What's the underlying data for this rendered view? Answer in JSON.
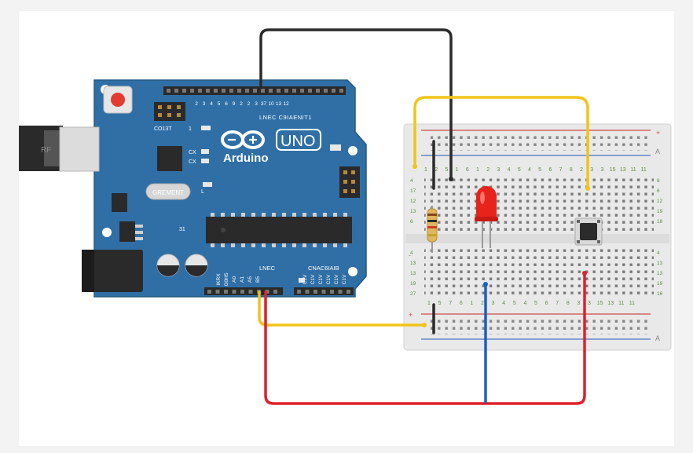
{
  "board": {
    "name": "UNO",
    "brand": "Arduino",
    "pcb_color": "#2f6fa6",
    "chip_label": "GREMENT",
    "top_header_numbers": [
      "2",
      "3",
      "4",
      "5",
      "6",
      "9",
      "2",
      "2",
      "3",
      "37",
      "10",
      "13",
      "12"
    ],
    "top_header_text": "LNEC C9IAENIT1",
    "bottom_left_text": "LNEC",
    "bottom_right_text": "CNAC6IAIB",
    "bottom_left_pins": [
      "IKRX",
      "G0H5",
      "A0",
      "A1",
      "A5",
      "B5"
    ],
    "bottom_right_pins": [
      "C1V",
      "C1V",
      "C1V",
      "C1V",
      "C1V",
      "C1V"
    ],
    "marks": {
      "tx": "CX",
      "rx": "CX",
      "l": "L",
      "io": "CO13T",
      "s": "31",
      "left_one": "1"
    },
    "usb_label": "RF"
  },
  "breadboard": {
    "corner_label": "A",
    "rail_plus": "+",
    "rail_minus": "-",
    "top_numbers": [
      "1",
      "2",
      "5",
      "1",
      "6",
      "1",
      "2",
      "3",
      "4",
      "5",
      "4",
      "5",
      "6",
      "7",
      "8",
      "2",
      "3",
      "3",
      "15",
      "13",
      "11",
      "11"
    ],
    "bottom_numbers": [
      "1",
      "5",
      "7",
      "6",
      "1",
      "2",
      "3",
      "4",
      "5",
      "4",
      "5",
      "6",
      "7",
      "8",
      "3",
      "3",
      "15",
      "13",
      "11",
      "11"
    ],
    "left_rows_top": [
      "4",
      "17",
      "12",
      "13",
      "6"
    ],
    "left_rows_bottom": [
      "4",
      "13",
      "13",
      "19",
      "27"
    ],
    "right_rows_top": [
      "8",
      "6",
      "12",
      "19",
      "18"
    ],
    "right_rows_bottom": [
      "4",
      "13",
      "13",
      "19",
      "16"
    ]
  },
  "components": {
    "led_color": "#e8231b",
    "resistor_color": "#e0b75c",
    "button_color": "#2b2b2b"
  },
  "wires": {
    "black": "#2a2a2a",
    "yellow": "#f2c418",
    "red": "#e0202a",
    "blue": "#1b5fc4"
  }
}
